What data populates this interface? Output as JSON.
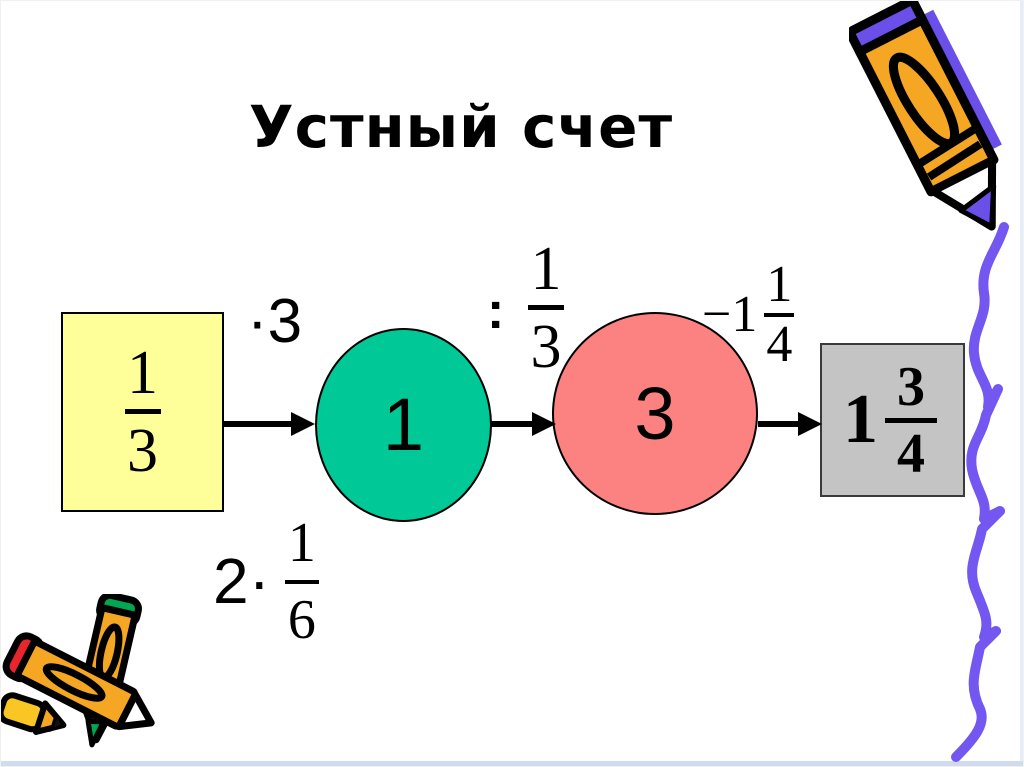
{
  "slide": {
    "title": "Устный счет",
    "background": "#FFFFFF"
  },
  "diagram": {
    "start_box": {
      "fraction": {
        "numerator": "1",
        "denominator": "3"
      },
      "fill": "#FFFF99"
    },
    "op_multiply": {
      "label": "·3"
    },
    "node_1": {
      "value": "1",
      "fill": "#00C896"
    },
    "op_divide": {
      "colon": ":",
      "fraction": {
        "numerator": "1",
        "denominator": "3"
      }
    },
    "node_2": {
      "value": "3",
      "fill": "#FC8181"
    },
    "op_subtract": {
      "prefix": "−1",
      "fraction": {
        "numerator": "1",
        "denominator": "4"
      }
    },
    "result_box": {
      "whole": "1",
      "fraction": {
        "numerator": "3",
        "denominator": "4"
      },
      "fill": "#C4C4C4"
    },
    "op_extra": {
      "prefix": "2·",
      "fraction": {
        "numerator": "1",
        "denominator": "6"
      }
    }
  },
  "decorations": {
    "pencil_icon": "pencil-clipart",
    "crayons_icon": "crayons-clipart",
    "squiggle_icon": "wavy-line",
    "squiggle_color": "#7456F0",
    "pencil_orange": "#F5A623",
    "pencil_purple": "#6A4FE8",
    "crayon_red": "#E8252D",
    "crayon_green": "#00A651",
    "outline_black": "#000000"
  }
}
